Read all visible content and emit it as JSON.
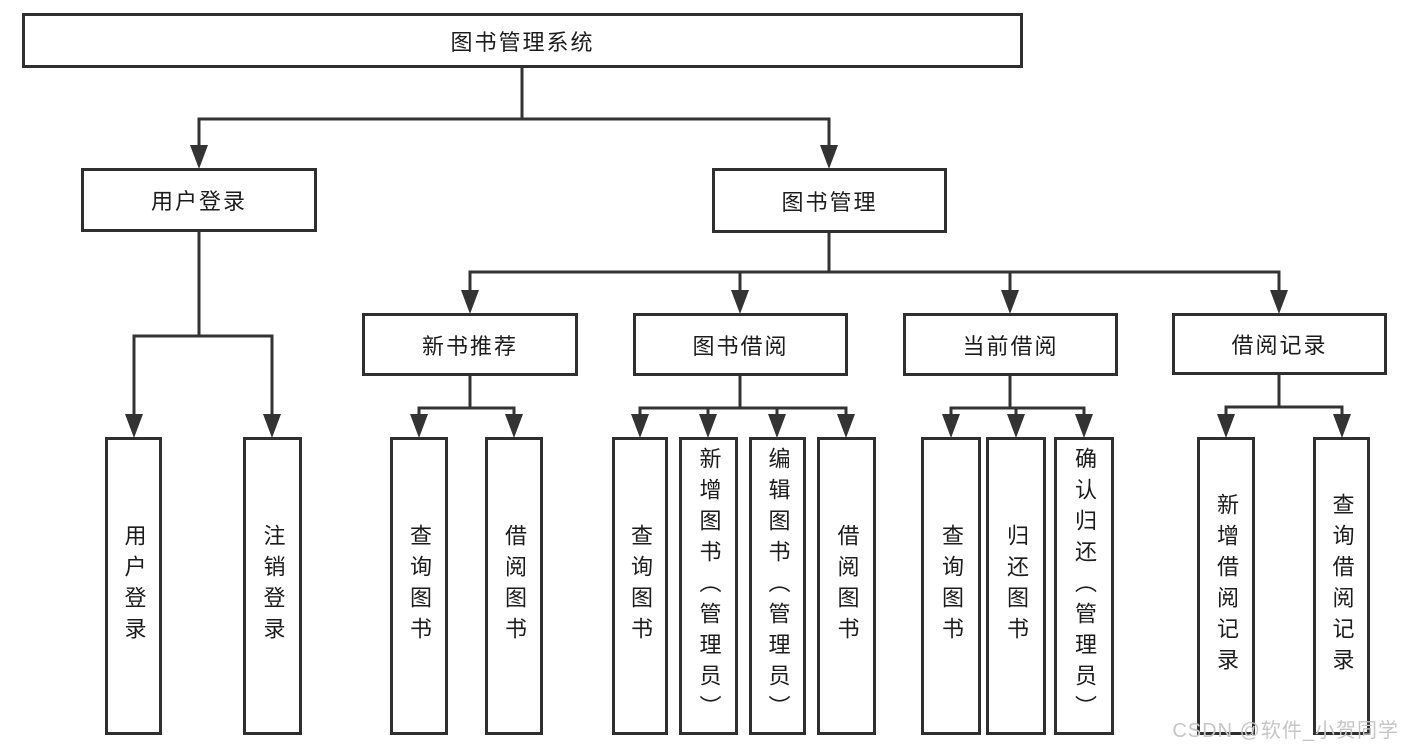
{
  "diagram": {
    "root": {
      "label": "图书管理系统"
    },
    "level2": [
      {
        "label": "用户登录"
      },
      {
        "label": "图书管理"
      }
    ],
    "level3": [
      {
        "label": "新书推荐"
      },
      {
        "label": "图书借阅"
      },
      {
        "label": "当前借阅"
      },
      {
        "label": "借阅记录"
      }
    ],
    "leaves": [
      {
        "label": "用户登录"
      },
      {
        "label": "注销登录"
      },
      {
        "label": "查询图书"
      },
      {
        "label": "借阅图书"
      },
      {
        "label": "查询图书"
      },
      {
        "label": "新增图书（管理员）"
      },
      {
        "label": "编辑图书（管理员）"
      },
      {
        "label": "借阅图书"
      },
      {
        "label": "查询图书"
      },
      {
        "label": "归还图书"
      },
      {
        "label": "确认归还（管理员）"
      },
      {
        "label": "新增借阅记录"
      },
      {
        "label": "查询借阅记录"
      }
    ]
  },
  "watermark": {
    "text": "CSDN @软件_小贺同学"
  },
  "colors": {
    "line": "#333333",
    "box_border": "#2f2f2f",
    "background": "#ffffff",
    "watermark": "#c6c6c6"
  }
}
